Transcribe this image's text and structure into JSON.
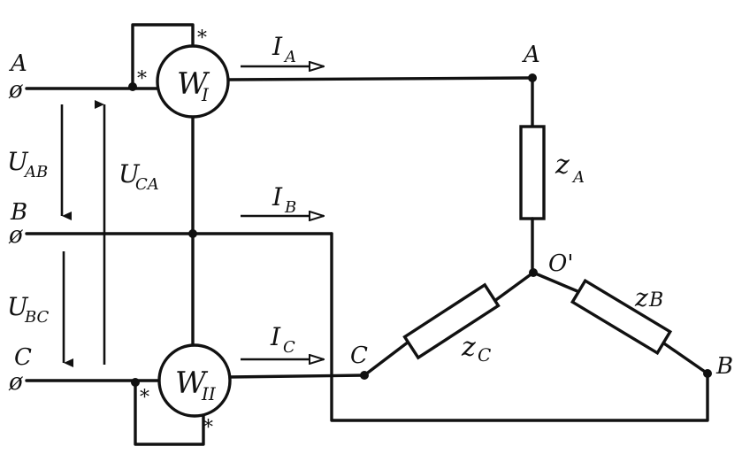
{
  "terminals": {
    "a": "A",
    "b": "B",
    "c": "C",
    "phi": "ø"
  },
  "voltages": {
    "uab": {
      "main": "U",
      "sub": "AB"
    },
    "ubc": {
      "main": "U",
      "sub": "BC"
    },
    "uca": {
      "main": "U",
      "sub": "CA"
    }
  },
  "currents": {
    "ia": {
      "main": "I",
      "sub": "A"
    },
    "ib": {
      "main": "I",
      "sub": "B"
    },
    "ic": {
      "main": "I",
      "sub": "C"
    }
  },
  "wattmeters": {
    "w1": {
      "main": "W",
      "sub": "I"
    },
    "w2": {
      "main": "W",
      "sub": "II"
    }
  },
  "load_nodes": {
    "a": "A",
    "c": "C",
    "b": "B",
    "o": "O'"
  },
  "impedances": {
    "za": {
      "main": "z",
      "sub": "A"
    },
    "zb": {
      "main": "z",
      "sub": "B"
    },
    "zc": {
      "main": "z",
      "sub": "C"
    }
  },
  "marker": "*"
}
